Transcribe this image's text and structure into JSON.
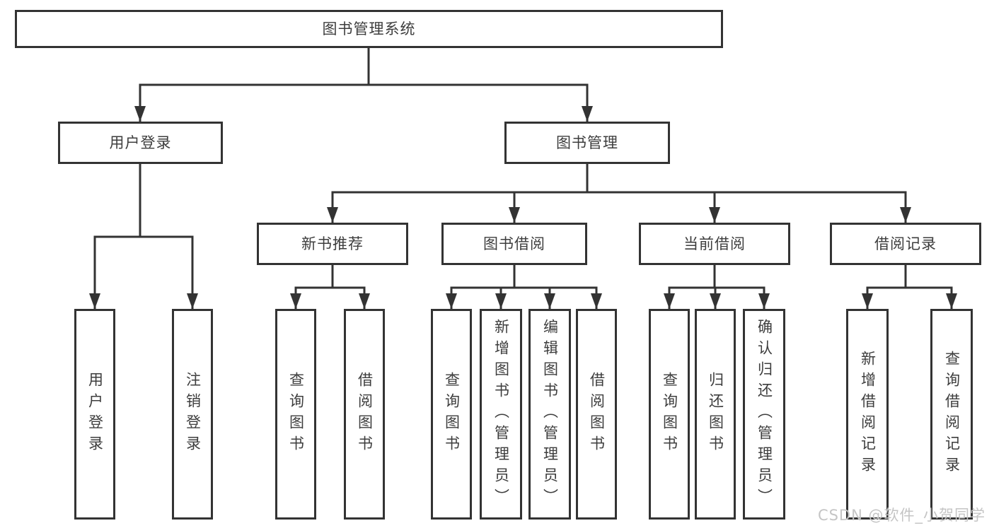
{
  "diagram": {
    "title": "图书管理系统",
    "type": "hierarchy-tree"
  },
  "nodes": {
    "root": "图书管理系统",
    "user_login": "用户登录",
    "book_mgmt": "图书管理",
    "new_book_rec": "新书推荐",
    "book_borrow": "图书借阅",
    "current_borrow": "当前借阅",
    "borrow_record": "借阅记录",
    "leaf_user_login": "用户登录",
    "leaf_logout": "注销登录",
    "leaf_nbr_query": "查询图书",
    "leaf_nbr_borrow": "借阅图书",
    "leaf_bb_query": "查询图书",
    "leaf_bb_add": "新增图书（管理员）",
    "leaf_bb_edit": "编辑图书（管理员）",
    "leaf_bb_borrow": "借阅图书",
    "leaf_cb_query": "查询图书",
    "leaf_cb_return": "归还图书",
    "leaf_cb_confirm": "确认归还（管理员）",
    "leaf_br_add": "新增借阅记录",
    "leaf_br_query": "查询借阅记录"
  },
  "watermark": "CSDN @软件_小贺同学",
  "colors": {
    "line": "#333333",
    "box_border": "#333333",
    "box_bg": "#ffffff",
    "text": "#3d3d3d",
    "watermark": "#c5c5c5"
  }
}
